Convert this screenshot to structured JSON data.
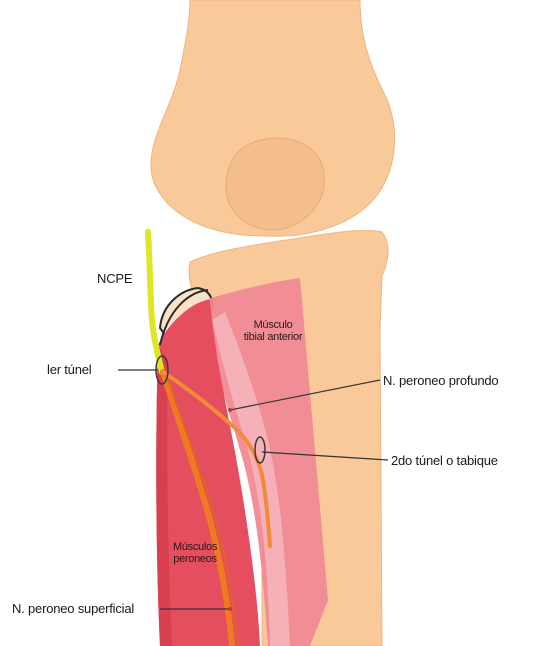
{
  "labels": {
    "ncpe": "NCPE",
    "primer_tunel": "ler túnel",
    "musculo_tibial_line1": "Músculo",
    "musculo_tibial_line2": "tibial anterior",
    "n_peroneo_profundo": "N. peroneo profundo",
    "segundo_tunel": "2do túnel o tabique",
    "musculos_peroneos_line1": "Músculos",
    "musculos_peroneos_line2": "peroneos",
    "n_peroneo_superficial": "N. peroneo superficial"
  },
  "colors": {
    "bone": "#f9c99a",
    "bone_outline": "#ecb47f",
    "muscle_dark": "#e6505f",
    "muscle_mid": "#ee7480",
    "muscle_light": "#f6b2ba",
    "nerve_yellow": "#dfe626",
    "nerve_orange": "#f07a22",
    "leader_line": "#333333"
  }
}
